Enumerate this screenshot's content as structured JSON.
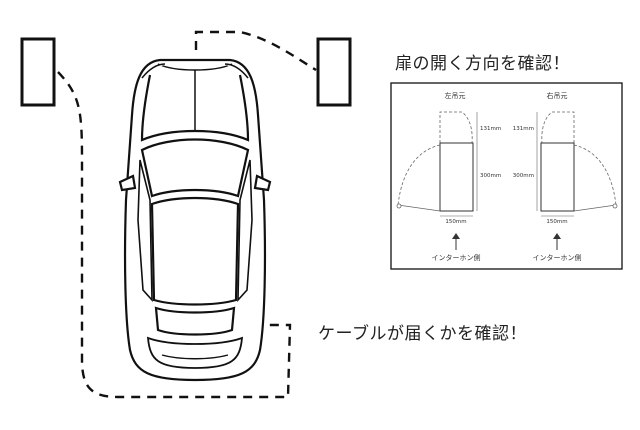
{
  "notes": {
    "door_direction": "扉の開く方向を確認！",
    "cable_reach": "ケーブルが届くかを確認！"
  },
  "inset": {
    "left": {
      "title": "左吊元",
      "dim_top": "131mm",
      "dim_body": "300mm",
      "dim_width": "150mm",
      "arrow_label": "インターホン側"
    },
    "right": {
      "title": "右吊元",
      "dim_top": "131mm",
      "dim_body": "300mm",
      "dim_width": "150mm",
      "arrow_label": "インターホン側"
    }
  }
}
